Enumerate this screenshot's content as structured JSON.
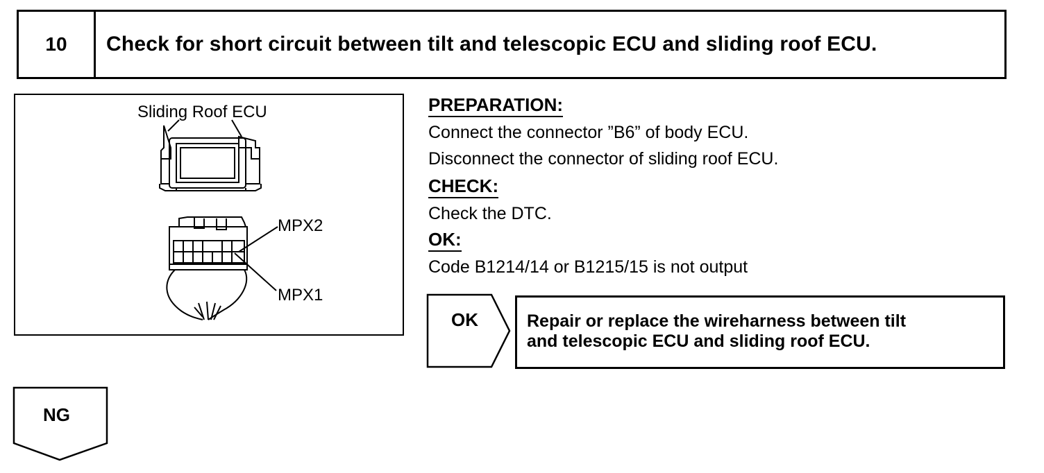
{
  "step": {
    "number": "10",
    "title": "Check for short circuit between tilt and telescopic ECU and sliding roof ECU."
  },
  "illustration": {
    "component_label": "Sliding Roof ECU",
    "terminal_top": "MPX2",
    "terminal_bottom": "MPX1"
  },
  "preparation": {
    "heading": "PREPARATION:",
    "lines": [
      "Connect the connector ”B6” of body ECU.",
      "Disconnect the connector of sliding roof ECU."
    ]
  },
  "check": {
    "heading": "CHECK:",
    "lines": [
      "Check the DTC."
    ]
  },
  "ok": {
    "heading": "OK:",
    "lines": [
      "Code B1214/14 or B1215/15 is not output"
    ]
  },
  "ok_result": {
    "label": "OK",
    "action_line1": "Repair or replace the wireharness between tilt",
    "action_line2": "and telescopic ECU and sliding roof ECU."
  },
  "ng_result": {
    "label": "NG"
  }
}
